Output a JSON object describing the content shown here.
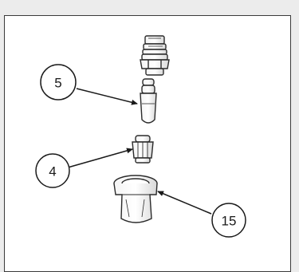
{
  "diagram": {
    "callouts": [
      {
        "id": "c5",
        "label": "5"
      },
      {
        "id": "c4",
        "label": "4"
      },
      {
        "id": "c15",
        "label": "15"
      }
    ]
  }
}
